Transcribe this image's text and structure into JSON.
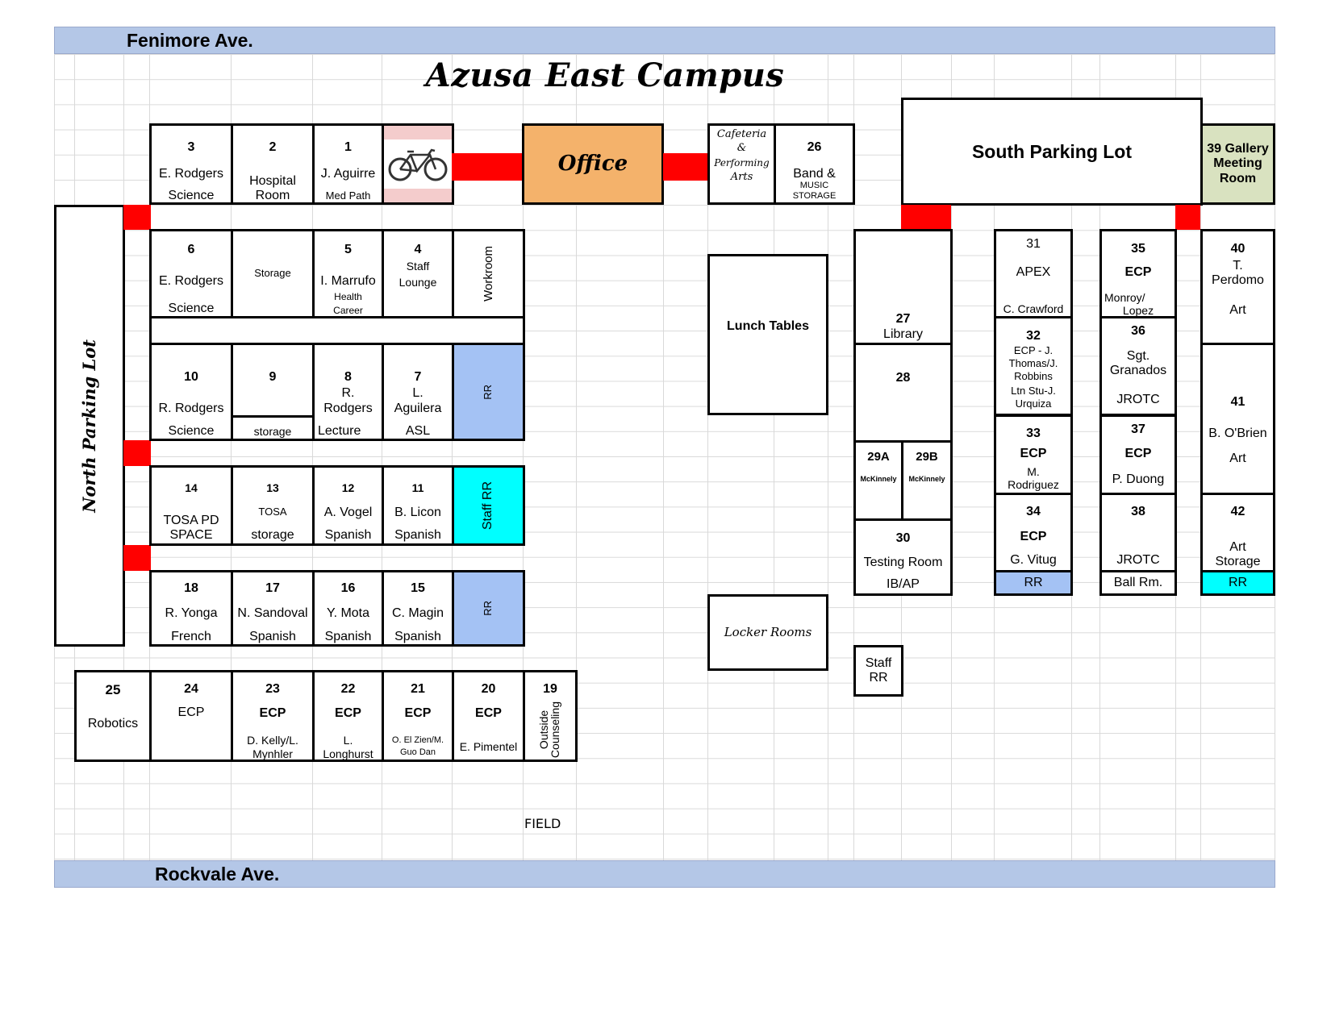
{
  "title": "Azusa East Campus",
  "streets": {
    "north": "Fenimore Ave.",
    "south": "Rockvale Ave."
  },
  "colors": {
    "street": "#b4c7e7",
    "red_path": "#ff0000",
    "office": "#f4b26b",
    "gallery": "#d9e2c0",
    "restroom_blue": "#a4c2f4",
    "restroom_cyan": "#00ffff",
    "bike_pink": "#f4cccc"
  },
  "areas": {
    "north_parking": "North Parking Lot",
    "south_parking": "South Parking Lot",
    "office": "Office",
    "cafeteria": {
      "line1": "Cafeteria",
      "line2": "&",
      "line3": "Performing",
      "line4": "Arts"
    },
    "lunch_tables": "Lunch Tables",
    "locker_rooms": "Locker Rooms",
    "field": "FIELD",
    "bike_icon": "bicycle-icon"
  },
  "rooms": {
    "r1": {
      "num": "1",
      "name": "J. Aguirre",
      "subject": "Med Path"
    },
    "r2": {
      "num": "2",
      "name": "Hospital",
      "subject": "Room"
    },
    "r3": {
      "num": "3",
      "name": "E. Rodgers",
      "subject": "Science"
    },
    "r4": {
      "num": "4",
      "name": "Staff",
      "subject": "Lounge"
    },
    "r5": {
      "num": "5",
      "name": "I. Marrufo",
      "subject": "Health",
      "subject2": "Career"
    },
    "r6": {
      "num": "6",
      "name": "E. Rodgers",
      "subject": "Science"
    },
    "storage_a": {
      "name": "Storage"
    },
    "workroom": {
      "name": "Workroom"
    },
    "r7": {
      "num": "7",
      "name": "L.",
      "name2": "Aguilera",
      "subject": "ASL"
    },
    "r8": {
      "num": "8",
      "name": "R.",
      "name2": "Rodgers",
      "subject": "Lecture"
    },
    "r9": {
      "num": "9",
      "subject": "storage"
    },
    "r10": {
      "num": "10",
      "name": "R. Rodgers",
      "subject": "Science"
    },
    "rr_a": {
      "name": "RR"
    },
    "r11": {
      "num": "11",
      "name": "B. Licon",
      "subject": "Spanish"
    },
    "r12": {
      "num": "12",
      "name": "A. Vogel",
      "subject": "Spanish"
    },
    "r13": {
      "num": "13",
      "name": "TOSA",
      "subject": "storage"
    },
    "r14": {
      "num": "14",
      "name": "TOSA PD",
      "subject": "SPACE"
    },
    "staff_rr_a": {
      "name": "Staff RR"
    },
    "r15": {
      "num": "15",
      "name": "C. Magin",
      "subject": "Spanish"
    },
    "r16": {
      "num": "16",
      "name": "Y. Mota",
      "subject": "Spanish"
    },
    "r17": {
      "num": "17",
      "name": "N. Sandoval",
      "subject": "Spanish"
    },
    "r18": {
      "num": "18",
      "name": "R. Yonga",
      "subject": "French"
    },
    "rr_b": {
      "name": "RR"
    },
    "r19": {
      "num": "19",
      "name": "Outside",
      "name2": "Counseling"
    },
    "r20": {
      "num": "20",
      "program": "ECP",
      "name": "E. Pimentel"
    },
    "r21": {
      "num": "21",
      "program": "ECP",
      "name": "O. El Zien/M.",
      "name2": "Guo Dan"
    },
    "r22": {
      "num": "22",
      "program": "ECP",
      "name": "L.",
      "name2": "Longhurst"
    },
    "r23": {
      "num": "23",
      "program": "ECP",
      "name": "D. Kelly/L.",
      "name2": "Mynhler"
    },
    "r24": {
      "num": "24",
      "program": "ECP"
    },
    "r25": {
      "num": "25",
      "name": "Robotics"
    },
    "r26": {
      "num": "26",
      "name": "Band &",
      "subject": "MUSIC",
      "subject2": "STORAGE"
    },
    "r27": {
      "num": "27",
      "name": "Library"
    },
    "r28": {
      "num": "28"
    },
    "r29a": {
      "num": "29A",
      "name": "McKinnely"
    },
    "r29b": {
      "num": "29B",
      "name": "McKinnely"
    },
    "r30": {
      "num": "30",
      "name": "Testing Room",
      "subject": "IB/AP"
    },
    "r31": {
      "num": "31",
      "name": "APEX",
      "subject": "C. Crawford"
    },
    "r32": {
      "num": "32",
      "name": "ECP - J.",
      "name2": "Thomas/J.",
      "name3": "Robbins",
      "subject": "Ltn Stu-J.",
      "subject2": "Urquiza"
    },
    "r33": {
      "num": "33",
      "program": "ECP",
      "name": "M.",
      "name2": "Rodriguez"
    },
    "r34": {
      "num": "34",
      "program": "ECP",
      "name": "G. Vitug"
    },
    "rr_c": {
      "name": "RR"
    },
    "r35": {
      "num": "35",
      "program": "ECP",
      "name": "Monroy/",
      "name2": "Lopez"
    },
    "r36": {
      "num": "36",
      "name": "Sgt.",
      "name2": "Granados",
      "subject": "JROTC"
    },
    "r37": {
      "num": "37",
      "program": "ECP",
      "name": "P. Duong"
    },
    "r38": {
      "num": "38",
      "subject": "JROTC"
    },
    "ball_rm": {
      "name": "Ball Rm."
    },
    "r39": {
      "line1": "39 Gallery",
      "line2": "Meeting",
      "line3": "Room"
    },
    "r40": {
      "num": "40",
      "name": "T.",
      "name2": "Perdomo",
      "subject": "Art"
    },
    "r41": {
      "num": "41",
      "name": "B. O'Brien",
      "subject": "Art"
    },
    "r42": {
      "num": "42",
      "name": "Art",
      "name2": "Storage"
    },
    "rr_d": {
      "name": "RR"
    },
    "staff_rr_b": {
      "name": "Staff",
      "name2": "RR"
    }
  }
}
